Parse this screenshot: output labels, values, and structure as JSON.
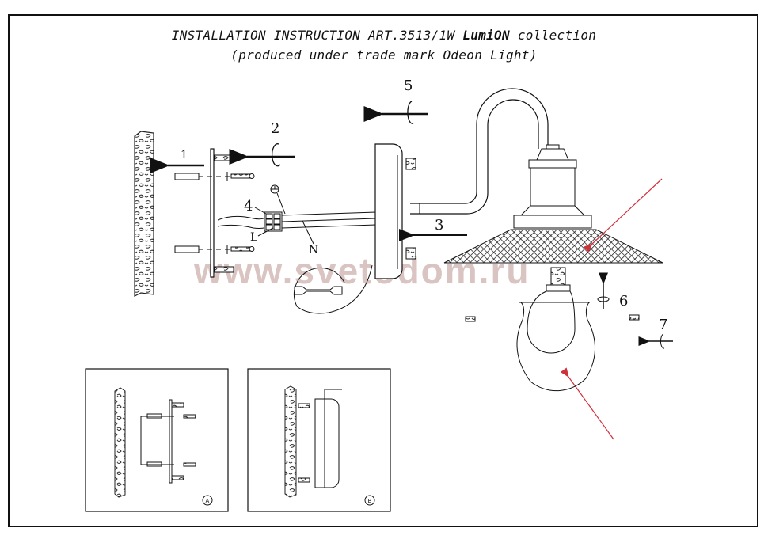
{
  "document": {
    "title_line1_prefix": "INSTALLATION INSTRUCTION ART.3513/1W ",
    "title_brand": "LumiON",
    "title_line1_suffix": " collection",
    "title_line2": "(produced under trade mark Odeon Light)",
    "watermark": "www.svetodom.ru"
  },
  "steps": {
    "s1": "1",
    "s2": "2",
    "s3": "3",
    "s4": "4",
    "s5": "5",
    "s6": "6",
    "s7": "7"
  },
  "wire_labels": {
    "live": "L",
    "neutral": "N",
    "ground_symbol": "ground-icon"
  },
  "insets": [
    {
      "label": "A",
      "description": "mounting plate with dowels and screws against wall"
    },
    {
      "label": "B",
      "description": "fixture base mounted on wall plate"
    }
  ],
  "colors": {
    "line": "#111111",
    "pointer_arrow": "#d0303a",
    "watermark": "#d9c4c2"
  }
}
